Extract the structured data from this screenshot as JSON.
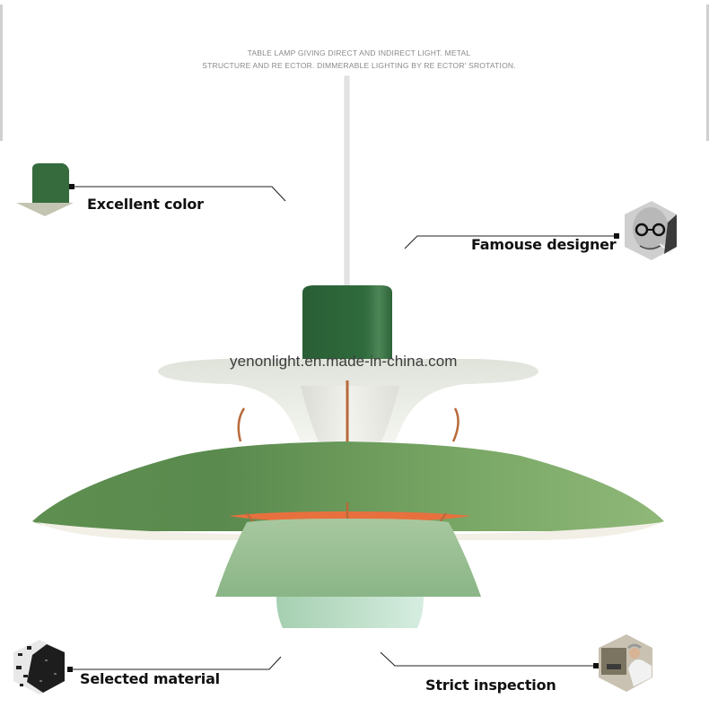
{
  "header": {
    "caption_line_1": "TABLE LAMP GIVING DIRECT AND INDIRECT LIGHT. METAL",
    "caption_line_2": "STRUCTURE AND RE ECTOR. DIMMERABLE LIGHTING BY RE ECTOR'   SROTATION."
  },
  "watermark": "yenonlight.en.made-in-china.com",
  "features": [
    {
      "label": "Excellent color",
      "icon": "mini-lamp-icon",
      "position": "top-left"
    },
    {
      "label": "Famouse designer",
      "icon": "designer-portrait-icon",
      "position": "top-right"
    },
    {
      "label": "Selected material",
      "icon": "material-granules-icon",
      "position": "bottom-left"
    },
    {
      "label": "Strict inspection",
      "icon": "lab-inspection-icon",
      "position": "bottom-right"
    }
  ],
  "colors": {
    "canopy_green": "#2f6b3c",
    "outer_shade_green": "#6f9e5e",
    "lower_shade_green": "#98c090",
    "bottom_shade_mint": "#c4e2cc",
    "top_shade_white": "#e8ebe4",
    "copper": "#b86a3a",
    "orange_inner": "#e8703e",
    "leader_line": "#222222"
  }
}
